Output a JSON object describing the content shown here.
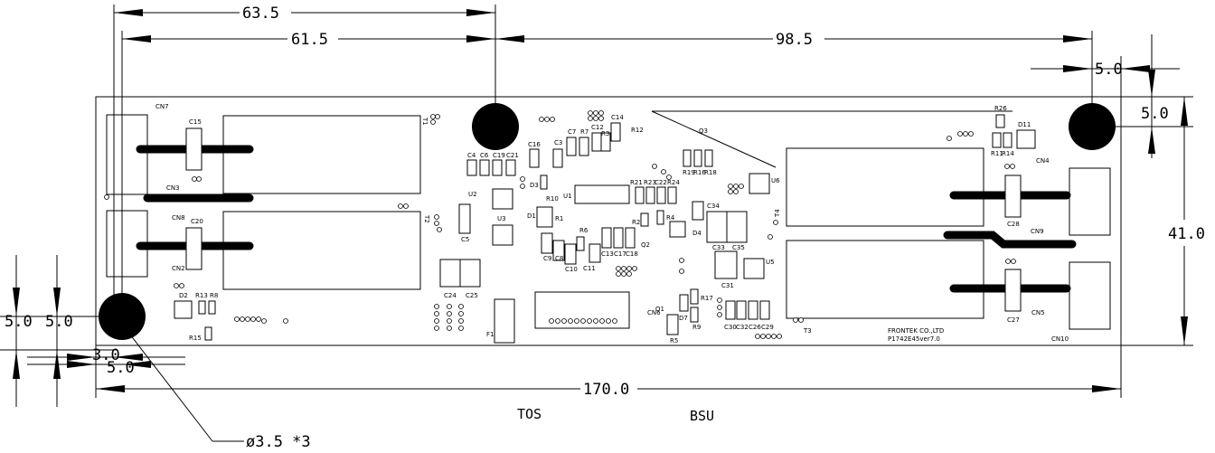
{
  "dimensions": {
    "d63_5": "63.5",
    "d61_5": "61.5",
    "d98_5": "98.5",
    "d170": "170.0",
    "d41": "41.0",
    "d5_tr_h": "5.0",
    "d5_tr_v": "5.0",
    "d5_bl_a": "5.0",
    "d5_bl_b": "5.0",
    "d5_bl_c": "5.0",
    "d3": "3.0",
    "hole_spec": "ø3.5 *3"
  },
  "board": {
    "maker": "FRONTEK CO.,LTD",
    "part_no": "P1742E45ver7.0"
  },
  "side_labels": {
    "left": "TOS",
    "right": "BSU"
  },
  "components": {
    "CN7": "CN7",
    "CN3": "CN3",
    "CN8": "CN8",
    "CN2": "CN2",
    "CN4": "CN4",
    "CN9": "CN9",
    "CN5": "CN5",
    "CN10": "CN10",
    "CN6": "CN6",
    "C15": "C15",
    "C20": "C20",
    "C4": "C4",
    "C6": "C6",
    "C19": "C19",
    "C21": "C21",
    "C5": "C5",
    "C24": "C24",
    "C25": "C25",
    "C3": "C3",
    "C7": "C7",
    "C12": "C12",
    "C14": "C14",
    "C16": "C16",
    "C8": "C8",
    "C9": "C9",
    "C10": "C10",
    "C11": "C11",
    "C13": "C13",
    "C17": "C17",
    "C18": "C18",
    "C22": "C22",
    "C34": "C34",
    "C33": "C33",
    "C35": "C35",
    "C31": "C31",
    "C28": "C28",
    "C27": "C27",
    "C30": "C30",
    "C32": "C32",
    "C26": "C26",
    "C29": "C29",
    "R13": "R13",
    "R8": "R8",
    "R15": "R15",
    "R7": "R7",
    "R3": "R3",
    "R12": "R12",
    "R10": "R10",
    "R1": "R1",
    "R6": "R6",
    "R21": "R21",
    "R23": "R23",
    "R24": "R24",
    "R2": "R2",
    "R4": "R4",
    "R19": "R19",
    "R16": "R16",
    "R18": "R18",
    "R26": "R26",
    "R11": "R11",
    "R14": "R14",
    "R17": "R17",
    "R9": "R9",
    "R5": "R5",
    "D2": "D2",
    "D3": "D3",
    "D1": "D1",
    "D4": "D4",
    "D7": "D7",
    "D11": "D11",
    "U1": "U1",
    "U2": "U2",
    "U3": "U3",
    "U5": "U5",
    "U6": "U6",
    "Q1": "Q1",
    "Q2": "Q2",
    "Q3": "Q3",
    "T1": "T1",
    "T2": "T2",
    "T3": "T3",
    "T4": "T4",
    "F1": "F1"
  },
  "colors": {
    "ink": "#000000",
    "paper": "#ffffff"
  }
}
